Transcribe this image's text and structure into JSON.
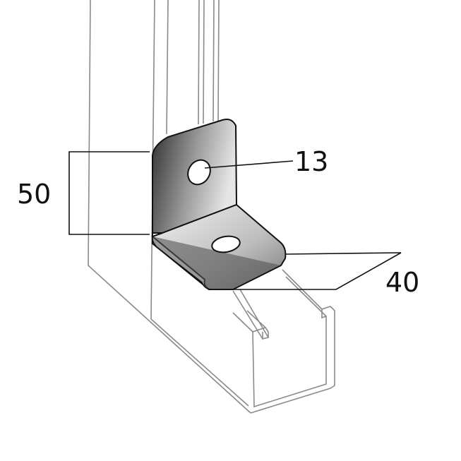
{
  "diagram": {
    "dimensions": {
      "hole_diameter": "13",
      "vertical_leg": "50",
      "horizontal_leg": "40"
    },
    "colors": {
      "channel_stroke": "#8a8a8a",
      "bracket_dark": "#3a3a3a",
      "bracket_light": "#e8e8e8"
    }
  }
}
